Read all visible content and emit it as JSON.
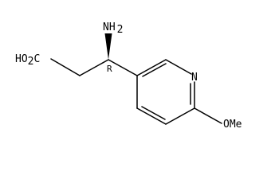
{
  "molecule": {
    "labels": {
      "amino_group": "NH",
      "amino_subscript": "2",
      "carboxyl_group": "HO",
      "carboxyl_subscript": "2",
      "carboxyl_suffix": "C",
      "stereo_descriptor": "R",
      "ring_nitrogen": "N",
      "methoxy_group": "OMe"
    },
    "colors": {
      "ink": "#000000",
      "background": "#ffffff"
    }
  }
}
